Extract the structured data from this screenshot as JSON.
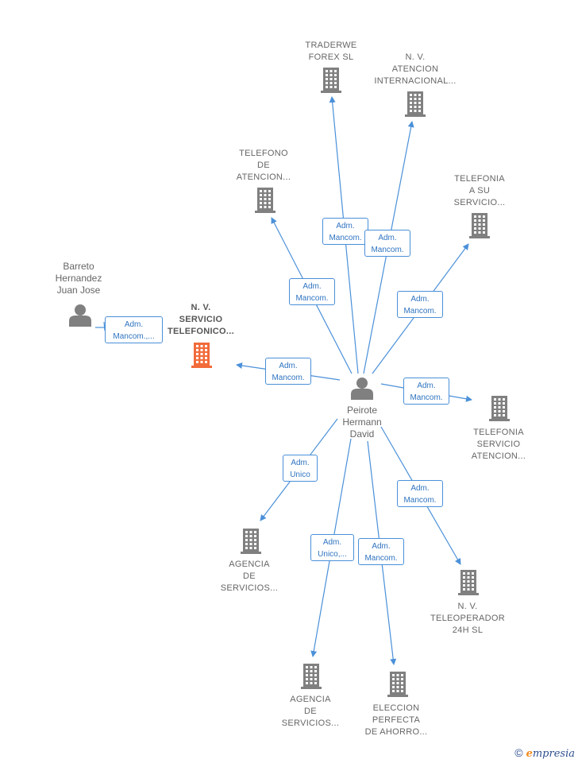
{
  "colors": {
    "edge": "#4a90d9",
    "building": "#808080",
    "focus_building": "#f26b3a",
    "person": "#808080"
  },
  "nodes": {
    "traderwe": {
      "label": "TRADERWE\nFOREX SL",
      "icon": "building-icon"
    },
    "nv_atencion": {
      "label": "N. V.\nATENCION\nINTERNACIONAL...",
      "icon": "building-icon"
    },
    "telefono_atencion": {
      "label": "TELEFONO\nDE\nATENCION...",
      "icon": "building-icon"
    },
    "telefonia_su_servicio": {
      "label": "TELEFONIA\nA SU\nSERVICIO...",
      "icon": "building-icon"
    },
    "barreto": {
      "label": "Barreto\nHernandez\nJuan Jose",
      "icon": "person-icon"
    },
    "nv_servicio": {
      "label": "N. V.\nSERVICIO\nTELEFONICO...",
      "icon": "building-icon"
    },
    "peirote": {
      "label": "Peirote\nHermann\nDavid",
      "icon": "person-icon"
    },
    "telefonia_servicio_atencion": {
      "label": "TELEFONIA\nSERVICIO\nATENCION...",
      "icon": "building-icon"
    },
    "agencia_1": {
      "label": "AGENCIA\nDE\nSERVICIOS...",
      "icon": "building-icon"
    },
    "nv_teleoperador": {
      "label": "N. V.\nTELEOPERADOR\n24H SL",
      "icon": "building-icon"
    },
    "agencia_2": {
      "label": "AGENCIA\nDE\nSERVICIOS...",
      "icon": "building-icon"
    },
    "eleccion": {
      "label": "ELECCION\nPERFECTA\nDE AHORRO...",
      "icon": "building-icon"
    }
  },
  "edges": [
    {
      "from": "peirote",
      "to": "traderwe",
      "label": "Adm.\nMancom."
    },
    {
      "from": "peirote",
      "to": "nv_atencion",
      "label": "Adm.\nMancom."
    },
    {
      "from": "peirote",
      "to": "telefono_atencion",
      "label": "Adm.\nMancom."
    },
    {
      "from": "peirote",
      "to": "telefonia_su_servicio",
      "label": "Adm.\nMancom."
    },
    {
      "from": "peirote",
      "to": "nv_servicio",
      "label": "Adm.\nMancom."
    },
    {
      "from": "peirote",
      "to": "telefonia_servicio_atencion",
      "label": "Adm.\nMancom."
    },
    {
      "from": "peirote",
      "to": "agencia_1",
      "label": "Adm.\nUnico"
    },
    {
      "from": "peirote",
      "to": "nv_teleoperador",
      "label": "Adm.\nMancom."
    },
    {
      "from": "peirote",
      "to": "agencia_2",
      "label": "Adm.\nUnico,..."
    },
    {
      "from": "peirote",
      "to": "eleccion",
      "label": "Adm.\nMancom."
    },
    {
      "from": "barreto",
      "to": "nv_servicio",
      "label": "Adm.\nMancom.,..."
    }
  ],
  "brand": {
    "copyright": "©",
    "first_letter": "e",
    "rest": "mpresia"
  }
}
